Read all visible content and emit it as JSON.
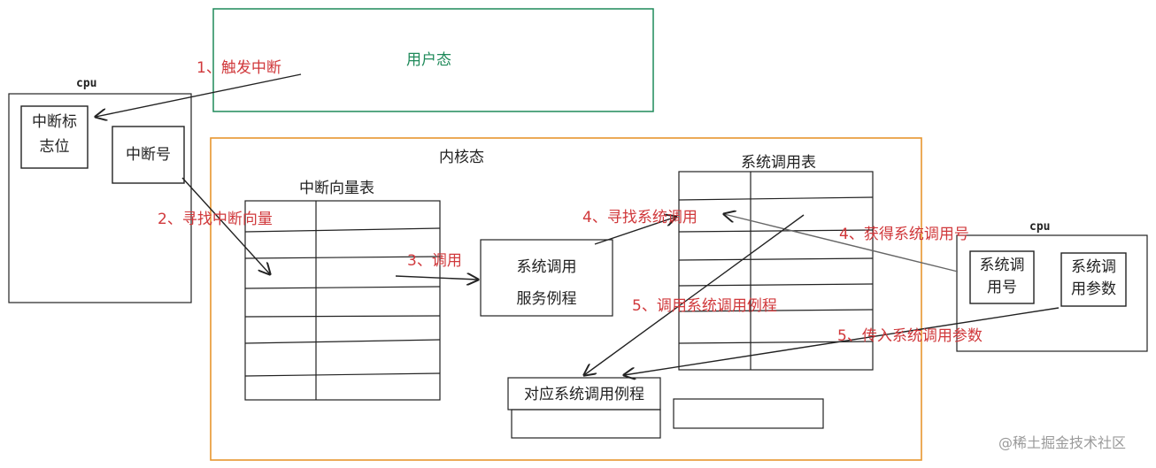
{
  "regions": {
    "user_mode": "用户态",
    "kernel_mode": "内核态"
  },
  "cpu_left": {
    "label": "cpu",
    "flag_line1": "中断标",
    "flag_line2": "志位",
    "interrupt_number": "中断号"
  },
  "cpu_right": {
    "label": "cpu",
    "syscall_number_line1": "系统调",
    "syscall_number_line2": "用号",
    "syscall_params_line1": "系统调",
    "syscall_params_line2": "用参数"
  },
  "tables": {
    "interrupt_vector_table": "中断向量表",
    "syscall_table": "系统调用表"
  },
  "boxes": {
    "service_routine_line1": "系统调用",
    "service_routine_line2": "服务例程",
    "matching_routine": "对应系统调用例程"
  },
  "steps": {
    "step1": "1、触发中断",
    "step2": "2、寻找中断向量",
    "step3": "3、调用",
    "step4a": "4、寻找系统调用",
    "step4b": "4、获得系统调用号",
    "step5a": "5、调用系统调用例程",
    "step5b": "5、传入系统调用参数"
  },
  "watermark": "@稀土掘金技术社区",
  "colors": {
    "ink": "#222222",
    "step_red": "#d0383b",
    "user_green": "#1f8a5a",
    "kernel_orange": "#e8962e",
    "watermark_gray": "#9a9a9a"
  }
}
